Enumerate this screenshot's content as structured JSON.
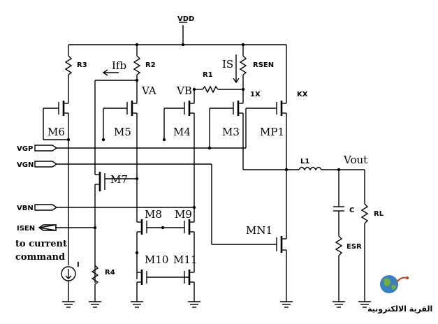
{
  "supply": {
    "vdd": "VDD"
  },
  "resistors": {
    "r1": "R1",
    "r2": "R2",
    "r3": "R3",
    "r4": "R4",
    "rsen": "RSEN",
    "esr": "ESR",
    "rl": "RL"
  },
  "transistors": {
    "m3": "M3",
    "m4": "M4",
    "m5": "M5",
    "m6": "M6",
    "m7": "M7",
    "m8": "M8",
    "m9": "M9",
    "m10": "M10",
    "m11": "M11",
    "mp1": "MP1",
    "mn1": "MN1"
  },
  "nodes": {
    "va": "VA",
    "vb": "VB",
    "ifb": "Ifb",
    "is": "IS",
    "ratio_1x": "1X",
    "ratio_kx": "KX",
    "vout": "Vout"
  },
  "passives": {
    "l1": "L1",
    "c": "C"
  },
  "source": {
    "i1": "I"
  },
  "pins": {
    "vgp": "VGP",
    "vgn": "VGN",
    "vbn": "VBN",
    "isen": "ISEN"
  },
  "isen_note": {
    "line1": "to current",
    "line2": "command"
  },
  "watermark": {
    "text": "القرية الالكترونية",
    "colors": {
      "globe": "#3a7fc0",
      "land": "#6fae3a",
      "text": "#b3471f"
    }
  }
}
